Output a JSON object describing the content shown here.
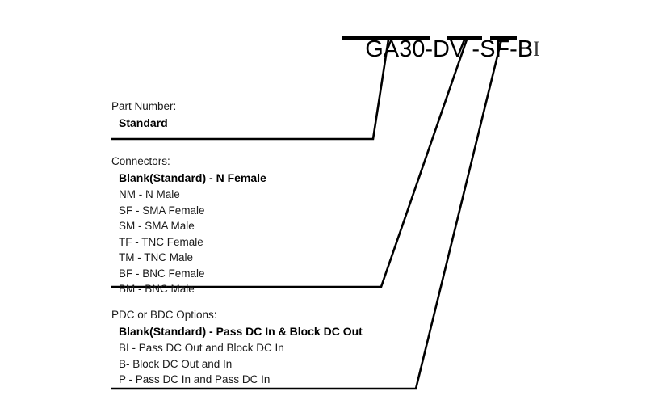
{
  "part_code": {
    "segments": [
      {
        "text": "GA30-DV",
        "underlined": true
      },
      {
        "text": " -",
        "underlined": false
      },
      {
        "text": "SF",
        "underlined": true
      },
      {
        "text": "-",
        "underlined": false
      },
      {
        "text": "B",
        "underlined": true
      }
    ],
    "full_text": "GA30-DV -SF-BI",
    "trailing_cursor": "I"
  },
  "sections": [
    {
      "id": "part-number",
      "heading": "Part Number:",
      "primary": "Standard",
      "items": []
    },
    {
      "id": "connectors",
      "heading": "Connectors:",
      "primary": "Blank(Standard) - N Female",
      "items": [
        "NM - N Male",
        "SF - SMA Female",
        "SM - SMA Male",
        "TF - TNC Female",
        "TM - TNC Male",
        "BF - BNC Female",
        "BM - BNC Male"
      ]
    },
    {
      "id": "pdc-bdc-options",
      "heading": "PDC or BDC Options:",
      "primary": "Blank(Standard) - Pass DC In & Block DC Out",
      "items": [
        "BI - Pass DC Out and Block DC In",
        "B- Block DC Out and In",
        "P - Pass DC In and Pass DC In"
      ]
    }
  ],
  "colors": {
    "line": "#000000",
    "text": "#1a1a1a",
    "background": "#ffffff"
  }
}
